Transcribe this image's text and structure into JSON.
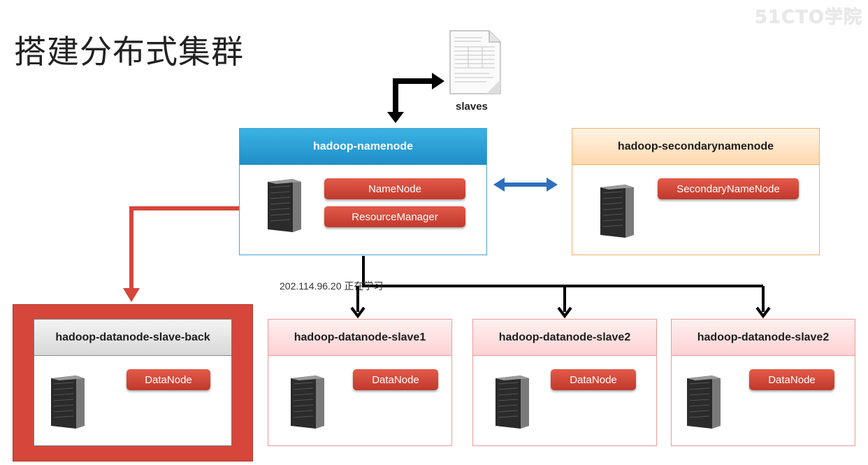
{
  "page": {
    "title": "搭建分布式集群",
    "watermark": "51CTO学院",
    "overlay_text": "202.114.96.20 正在学习"
  },
  "config_file": {
    "label": "slaves",
    "icon": "document-icon"
  },
  "namenode": {
    "title": "hadoop-namenode",
    "services": [
      "NameNode",
      "ResourceManager"
    ],
    "header_color": "#1f8fc8"
  },
  "secondary": {
    "title": "hadoop-secondarynamenode",
    "services": [
      "SecondaryNameNode"
    ],
    "header_color": "#ffd8ad"
  },
  "backup": {
    "title": "hadoop-datanode-slave-back",
    "services": [
      "DataNode"
    ],
    "frame_color": "#d6463a"
  },
  "datanodes": [
    {
      "title": "hadoop-datanode-slave1",
      "services": [
        "DataNode"
      ]
    },
    {
      "title": "hadoop-datanode-slave2",
      "services": [
        "DataNode"
      ]
    },
    {
      "title": "hadoop-datanode-slave2",
      "services": [
        "DataNode"
      ]
    }
  ],
  "colors": {
    "service_pill": "#c0392b",
    "bidirectional_arrow": "#2e6fbf",
    "backup_arrow": "#d6463a",
    "connector": "#000000"
  }
}
